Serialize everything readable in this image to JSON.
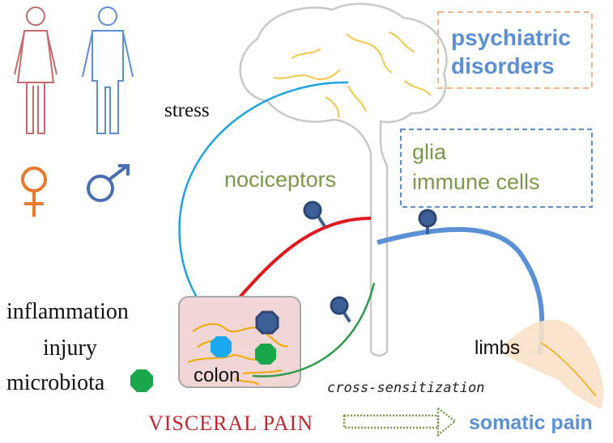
{
  "labels": {
    "stress": "stress",
    "nociceptors": "nociceptors",
    "psychiatric_line1": "psychiatric",
    "psychiatric_line2": "disorders",
    "glia_line1": "glia",
    "glia_line2": "immune cells",
    "inflammation": "inflammation",
    "injury": "injury",
    "microbiota": "microbiota",
    "colon": "colon",
    "limbs": "limbs",
    "cross_sensitization": "cross-sensitization",
    "visceral_pain": "VISCERAL PAIN",
    "somatic_pain": "somatic pain"
  },
  "colors": {
    "female": "#c9696b",
    "male": "#5b8fd6",
    "venus_symbol": "#e87a2c",
    "mars_symbol": "#4a6fb0",
    "brain_outline": "#c8c8c8",
    "brain_folds": "#f2c94c",
    "stress_path": "#1fa3e0",
    "nociceptor_path": "#e0191e",
    "colon_path": "#2f9a4a",
    "somatic_path": "#5b8fd6",
    "neuron_body": "#3c5f96",
    "colon_box": "#f1d6d6",
    "microbe_green": "#1aa64b",
    "immune_blue": "#18a9f0",
    "limb_fill": "#fbe1c8",
    "dashed_orange": "#f2b48a",
    "dashed_blue": "#5b8fd6",
    "arrow_green": "#7a9a4a",
    "visceral_red": "#c0282e"
  }
}
